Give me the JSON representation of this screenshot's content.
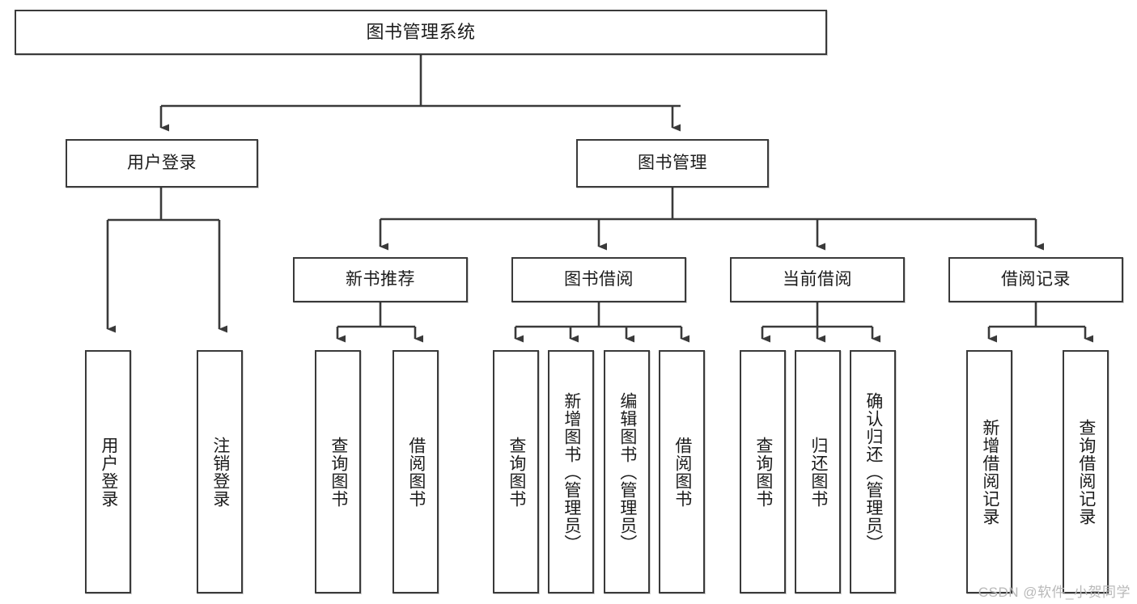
{
  "diagram": {
    "title": "图书管理系统",
    "type": "tree",
    "colors": {
      "box_border": "#3a3a3a",
      "box_fill": "#ffffff",
      "connector": "#3a3a3a",
      "text": "#1c1c1c",
      "watermark": "#b9b9b9"
    },
    "nodes": {
      "root": {
        "label": "图书管理系统"
      },
      "level2": [
        {
          "label": "用户登录"
        },
        {
          "label": "图书管理"
        }
      ],
      "level3": [
        {
          "label": "新书推荐"
        },
        {
          "label": "图书借阅"
        },
        {
          "label": "当前借阅"
        },
        {
          "label": "借阅记录"
        }
      ],
      "leaves": {
        "user_login": [
          {
            "label": "用户登录"
          },
          {
            "label": "注销登录"
          }
        ],
        "new_book": [
          {
            "label": "查询图书"
          },
          {
            "label": "借阅图书"
          }
        ],
        "book_borrow": [
          {
            "label": "查询图书"
          },
          {
            "label": "新增图书（管理员）"
          },
          {
            "label": "编辑图书（管理员）"
          },
          {
            "label": "借阅图书"
          }
        ],
        "current_borrow": [
          {
            "label": "查询图书"
          },
          {
            "label": "归还图书"
          },
          {
            "label": "确认归还（管理员）"
          }
        ],
        "borrow_record": [
          {
            "label": "新增借阅记录"
          },
          {
            "label": "查询借阅记录"
          }
        ]
      }
    }
  },
  "watermark": {
    "text": "CSDN @软件_小贺同学"
  }
}
